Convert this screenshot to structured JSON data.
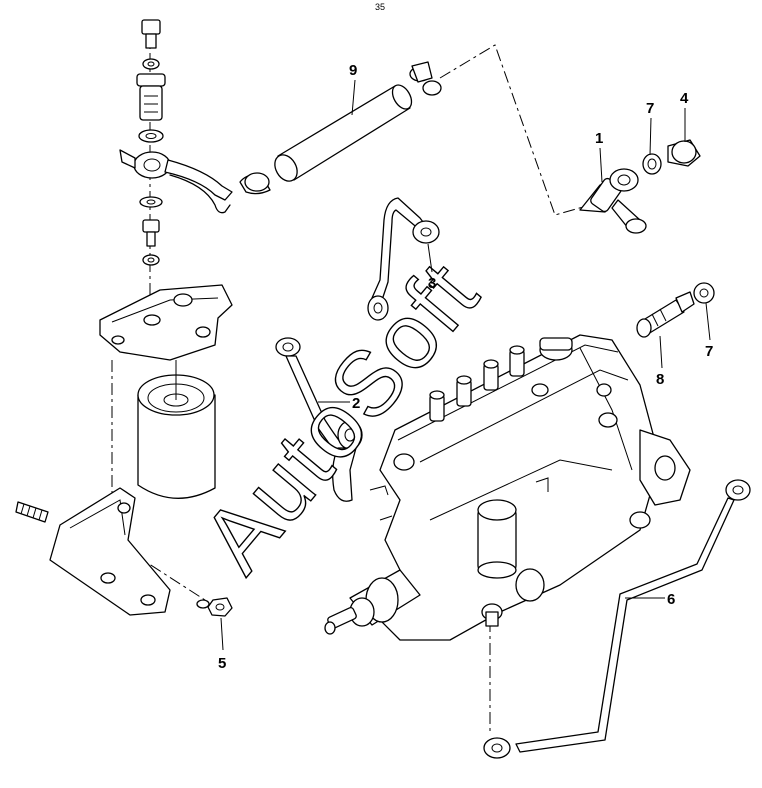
{
  "header_mark": "35",
  "watermark": "AutoSoft",
  "callouts": [
    {
      "id": "label-9",
      "text": "9"
    },
    {
      "id": "label-1",
      "text": "1"
    },
    {
      "id": "label-7a",
      "text": "7"
    },
    {
      "id": "label-4",
      "text": "4"
    },
    {
      "id": "label-3",
      "text": "3"
    },
    {
      "id": "label-2",
      "text": "2"
    },
    {
      "id": "label-8",
      "text": "8"
    },
    {
      "id": "label-7b",
      "text": "7"
    },
    {
      "id": "label-6",
      "text": "6"
    },
    {
      "id": "label-5",
      "text": "5"
    }
  ]
}
